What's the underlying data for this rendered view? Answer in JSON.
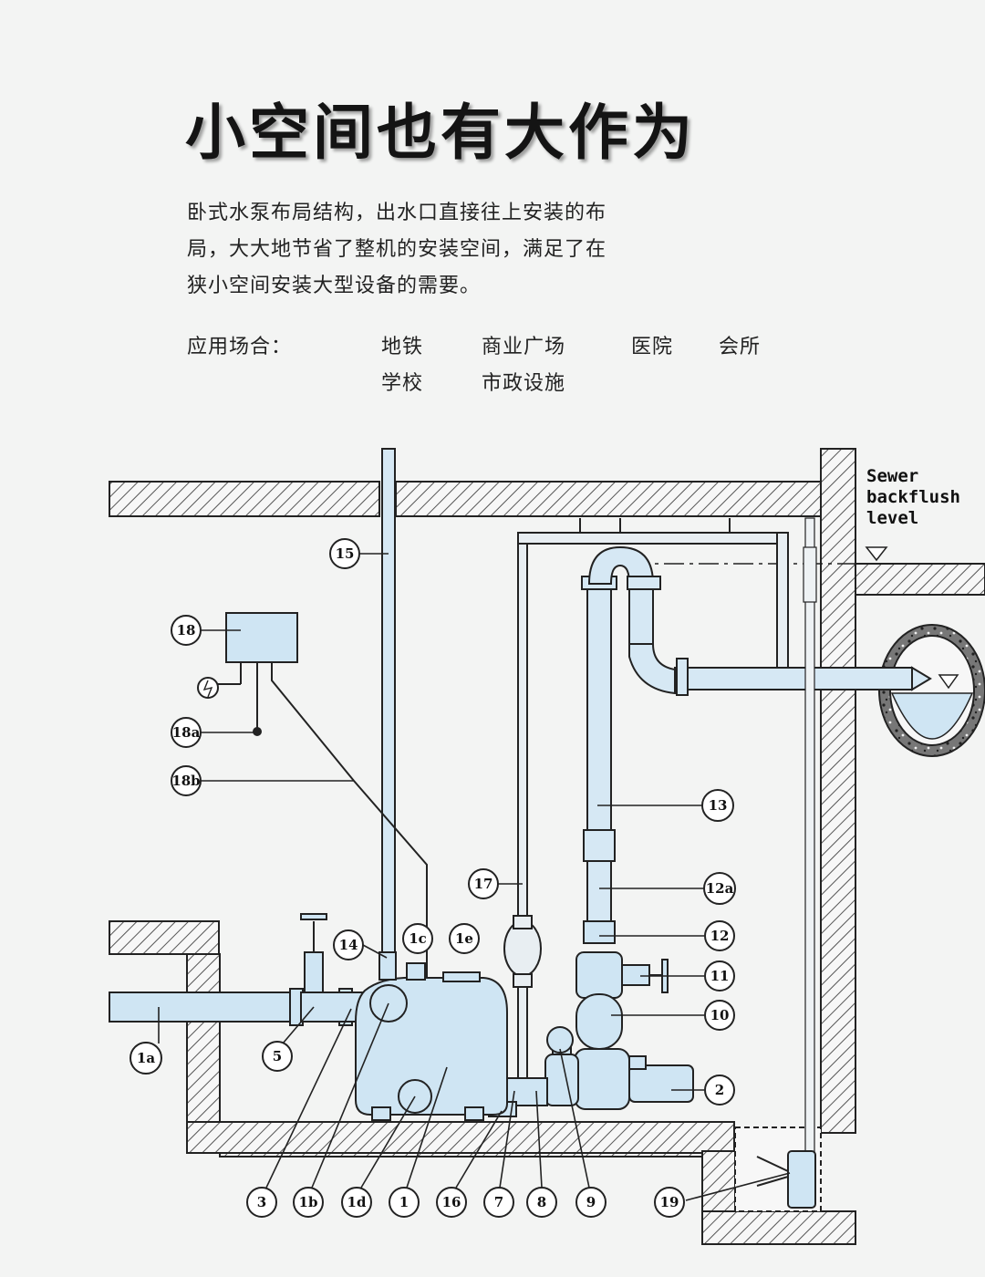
{
  "header": {
    "title": "小空间也有大作为"
  },
  "description": {
    "lines": [
      "卧式水泵布局结构，出水口直接往上安装的布",
      "局，大大地节省了整机的安装空间，满足了在",
      "狭小空间安装大型设备的需要。"
    ]
  },
  "applications": {
    "label": "应用场合：",
    "items": [
      "地铁",
      "商业广场",
      "医院",
      "会所",
      "学校",
      "市政设施"
    ]
  },
  "diagram": {
    "sewer_label": [
      "Sewer",
      "backflush",
      "level"
    ],
    "callouts": [
      "15",
      "18",
      "18a",
      "18b",
      "17",
      "14",
      "1c",
      "1e",
      "13",
      "12a",
      "12",
      "11",
      "10",
      "2",
      "1a",
      "5",
      "3",
      "1b",
      "1d",
      "1",
      "16",
      "7",
      "8",
      "9",
      "19"
    ],
    "colors": {
      "water": "#cfe5f3",
      "wall_hatch": "#555555",
      "outline": "#222222"
    }
  }
}
